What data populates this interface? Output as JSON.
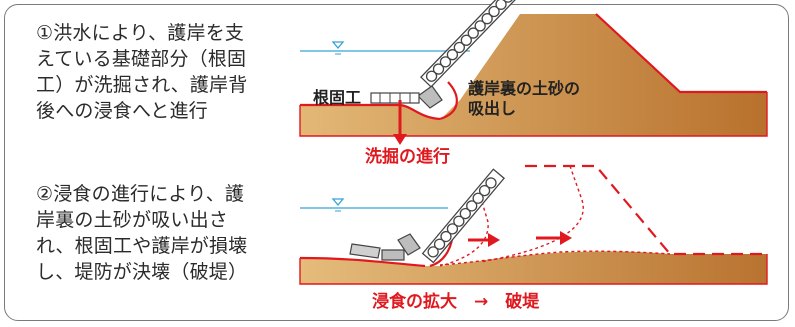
{
  "colors": {
    "soil_light": "#e3b877",
    "soil_dark": "#b8712d",
    "accent_red": "#e0191f",
    "water_blue": "#35a3d6",
    "frame_gray": "#7a7a7a",
    "text_dark": "#2b2b2b"
  },
  "panel1": {
    "description_lines": [
      "①洪水により、護岸を支",
      "えている基礎部分（根固",
      "工）が洗掘され、護岸背",
      "後への浸食へと進行"
    ],
    "label_negatame": "根固工",
    "label_dosha_line1": "護岸裏の土砂の",
    "label_dosha_line2": "吸出し",
    "caption": "洗掘の進行"
  },
  "panel2": {
    "description_lines": [
      "②浸食の進行により、護",
      "岸裏の土砂が吸い出さ",
      "れ、根固工や護岸が損壊",
      "し、堤防が決壊（破堤）"
    ],
    "caption": "浸食の拡大　→　破堤"
  },
  "icons": {
    "water_level": "water-level-triangle-icon",
    "arrow": "red-arrow-icon"
  }
}
